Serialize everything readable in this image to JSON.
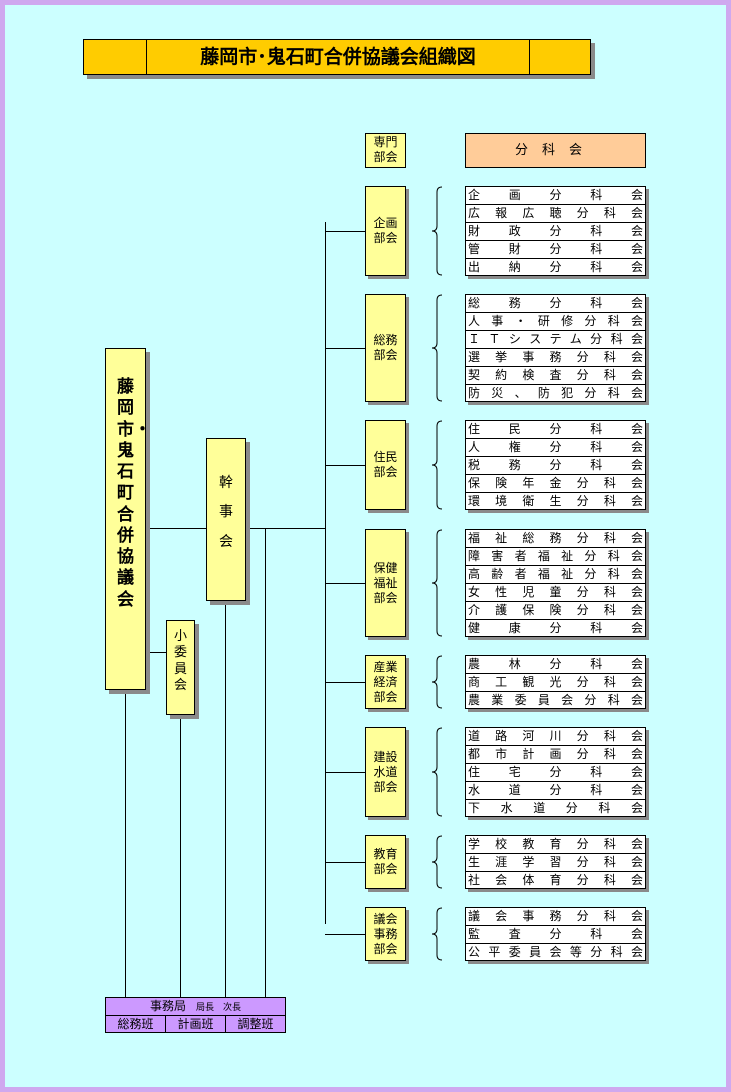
{
  "title": "藤岡市･鬼石町合併協議会組織図",
  "council": "藤岡市・鬼石町合併協議会",
  "executive": "幹事会",
  "subcommittee": "小委員会",
  "header_senmon": "専門部会",
  "header_bunkakai": "分科会",
  "secretariat": {
    "name": "事務局",
    "roles": "局長　次長",
    "teams": [
      "総務班",
      "計画班",
      "調整班"
    ]
  },
  "departments": [
    {
      "name": "企画部会",
      "subs": [
        "企画分科会",
        "広報広聴分科会",
        "財政分科会",
        "管財分科会",
        "出納分科会"
      ]
    },
    {
      "name": "総務部会",
      "subs": [
        "総務分科会",
        "人事・研修分科会",
        "ＩＴシステム分科会",
        "選挙事務分科会",
        "契約検査分科会",
        "防災、防犯分科会"
      ]
    },
    {
      "name": "住民部会",
      "subs": [
        "住民分科会",
        "人権分科会",
        "税務分科会",
        "保険年金分科会",
        "環境衛生分科会"
      ]
    },
    {
      "name": "保健福祉部会",
      "subs": [
        "福祉総務分科会",
        "障害者福祉分科会",
        "高齢者福祉分科会",
        "女性児童分科会",
        "介護保険分科会",
        "健康分科会"
      ]
    },
    {
      "name": "産業経済部会",
      "subs": [
        "農林分科会",
        "商工観光分科会",
        "農業委員会分科会"
      ]
    },
    {
      "name": "建設水道部会",
      "subs": [
        "道路河川分科会",
        "都市計画分科会",
        "住宅分科会",
        "水道分科会",
        "下水道分科会"
      ]
    },
    {
      "name": "教育部会",
      "subs": [
        "学校教育分科会",
        "生涯学習分科会",
        "社会体育分科会"
      ]
    },
    {
      "name": "議会事務部会",
      "subs": [
        "議会事務分科会",
        "監査分科会",
        "公平委員会等分科会"
      ]
    }
  ]
}
